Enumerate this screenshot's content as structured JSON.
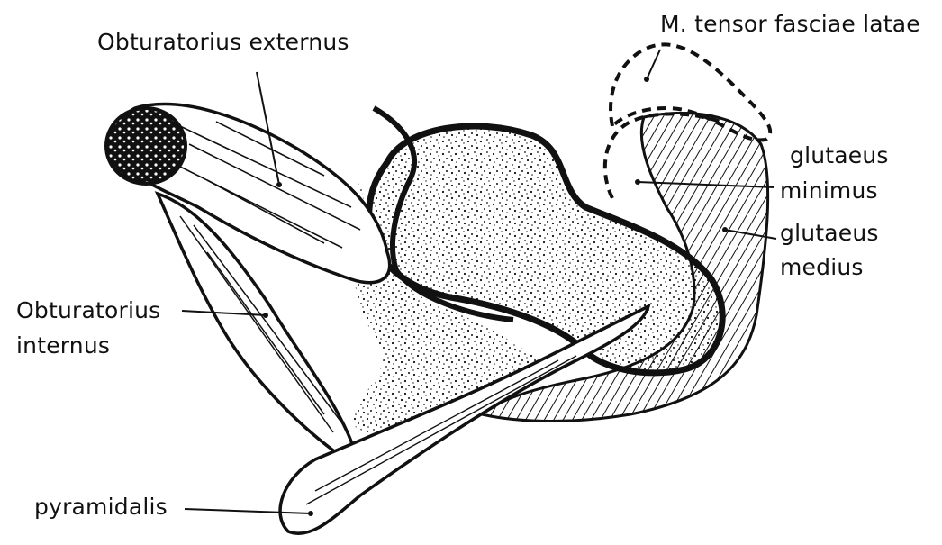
{
  "labels": {
    "obturatorius_externus": "Obturatorius externus",
    "tensor_fasciae_latae": "M. tensor fasciae latae",
    "glutaeus_minimus_1": "glutaeus",
    "glutaeus_minimus_2": "minimus",
    "glutaeus_medius_1": "glutaeus",
    "glutaeus_medius_2": "medius",
    "obturatorius_internus_1": "Obturatorius",
    "obturatorius_internus_2": "internus",
    "pyramidalis": "pyramidalis"
  },
  "colors": {
    "ink": "#111111",
    "paper": "#ffffff"
  }
}
